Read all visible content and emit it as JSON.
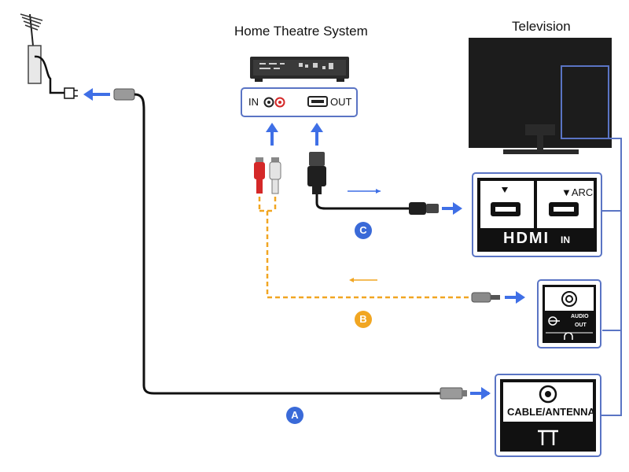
{
  "titles": {
    "home_theatre": "Home Theatre System",
    "television": "Television"
  },
  "htheatre_panel": {
    "in_label": "IN",
    "out_label": "OUT"
  },
  "hdmi_panel": {
    "port2_label": "▼ARC",
    "brand": "HDMI",
    "in_label": "IN"
  },
  "audio_panel": {
    "audio_label": "AUDIO",
    "out_label": "OUT"
  },
  "antenna_panel": {
    "label": "CABLE/ANTENNA"
  },
  "cables": {
    "a": "A",
    "b": "B",
    "c": "C"
  },
  "colors": {
    "arrow_blue": "#3f6fe6",
    "panel_border": "#5a74c4",
    "badge_blue": "#3a6ad8",
    "badge_orange": "#f1a622",
    "optical_dash": "#f1a622",
    "audio_red": "#d42828"
  }
}
